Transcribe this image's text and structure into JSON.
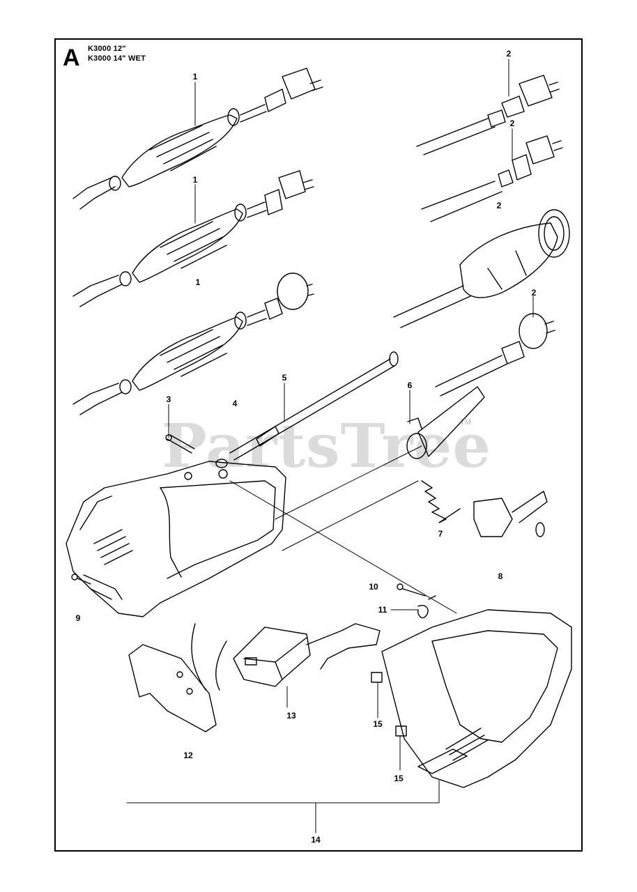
{
  "diagram": {
    "section_letter": "A",
    "models": [
      "K3000 12\"",
      "K3000 14\" WET"
    ],
    "watermark": "PartsTree",
    "trademark": "TM",
    "callouts": [
      {
        "id": "c1a",
        "text": "1"
      },
      {
        "id": "c1b",
        "text": "1"
      },
      {
        "id": "c1c",
        "text": "1"
      },
      {
        "id": "c2a",
        "text": "2"
      },
      {
        "id": "c2b",
        "text": "2"
      },
      {
        "id": "c2c",
        "text": "2"
      },
      {
        "id": "c2d",
        "text": "2"
      },
      {
        "id": "c3",
        "text": "3"
      },
      {
        "id": "c4",
        "text": "4"
      },
      {
        "id": "c5",
        "text": "5"
      },
      {
        "id": "c6",
        "text": "6"
      },
      {
        "id": "c7",
        "text": "7"
      },
      {
        "id": "c8",
        "text": "8"
      },
      {
        "id": "c9",
        "text": "9"
      },
      {
        "id": "c10",
        "text": "10"
      },
      {
        "id": "c11",
        "text": "11"
      },
      {
        "id": "c12",
        "text": "12"
      },
      {
        "id": "c13",
        "text": "13"
      },
      {
        "id": "c14",
        "text": "14"
      },
      {
        "id": "c15a",
        "text": "15"
      },
      {
        "id": "c15b",
        "text": "15"
      }
    ]
  }
}
